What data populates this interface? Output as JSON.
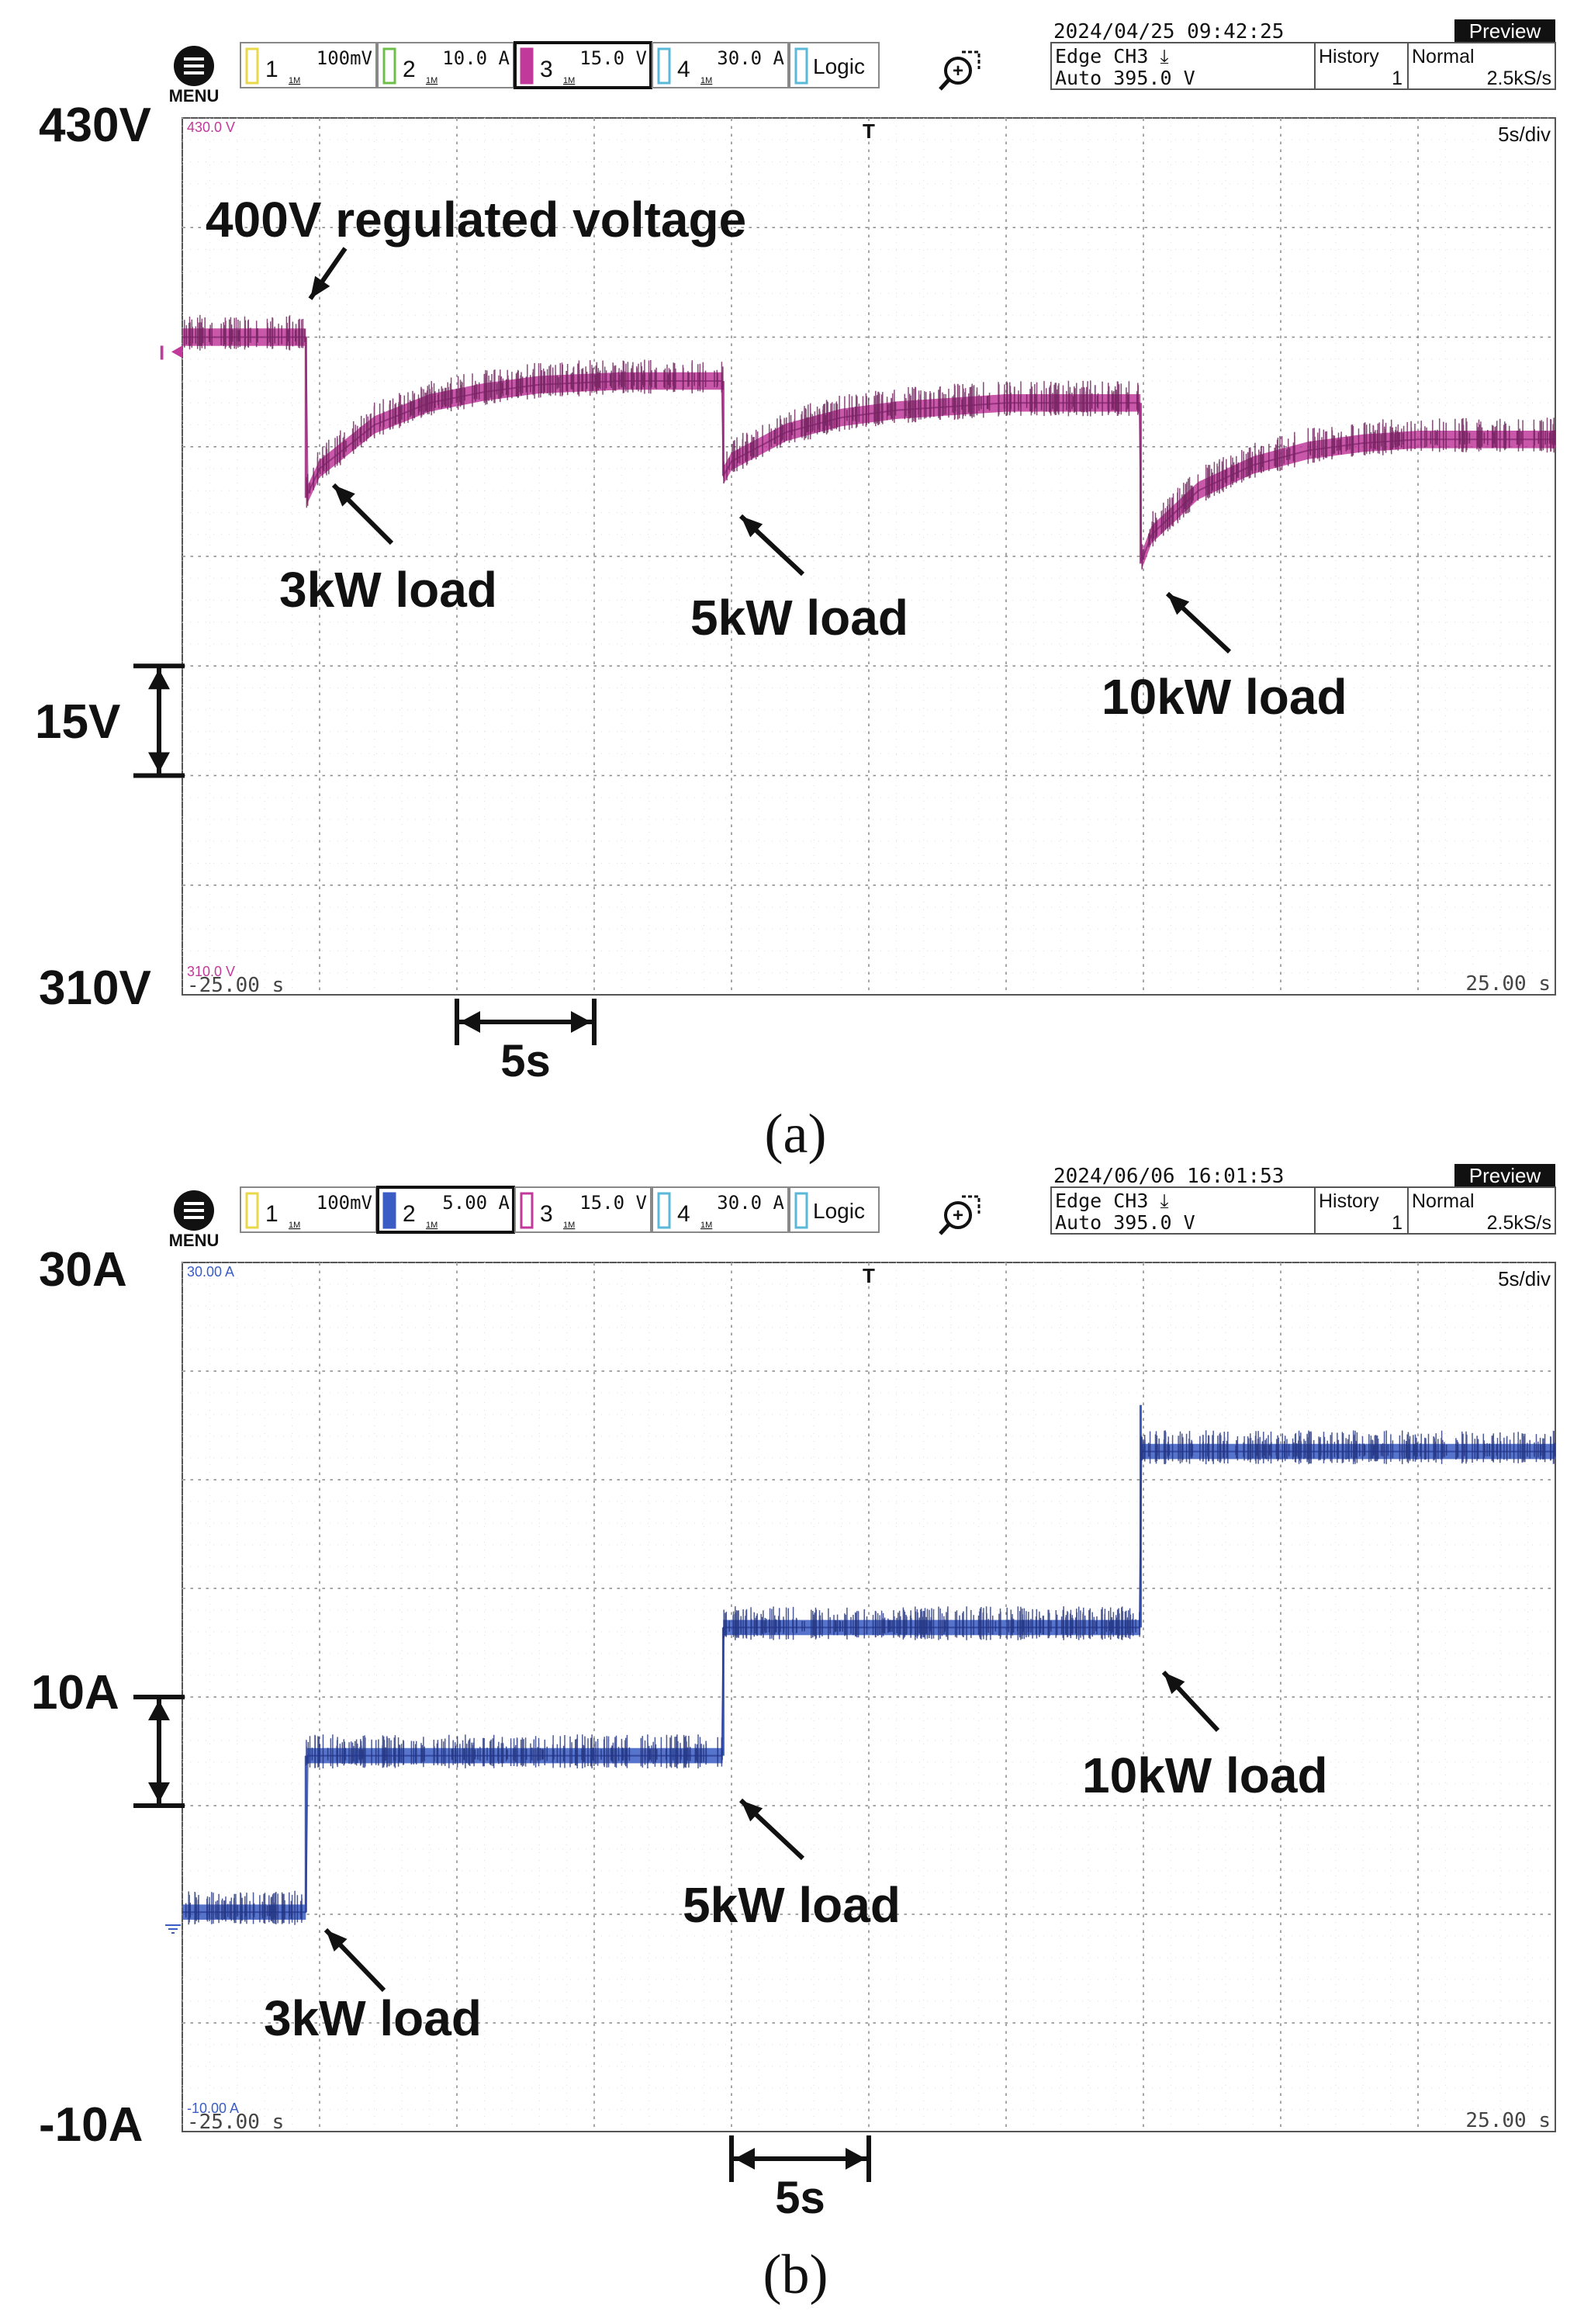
{
  "panels": [
    {
      "caption": "(a)",
      "menu_label": "MENU",
      "channels": [
        {
          "num": "1",
          "scale": "100mV",
          "color": "#e8d84a",
          "active": false
        },
        {
          "num": "2",
          "scale": "10.0 A",
          "color": "#6cc04a",
          "active": false
        },
        {
          "num": "3",
          "scale": "15.0 V",
          "color": "#c0399b",
          "active": true
        },
        {
          "num": "4",
          "scale": "30.0 A",
          "color": "#5ab8d8",
          "active": false
        }
      ],
      "logic_label": "Logic",
      "datetime": "2024/04/25 09:42:25",
      "preview_label": "Preview",
      "trigger_line1": "Edge CH3 ⤓",
      "trigger_line2": "Auto 395.0 V",
      "history_label": "History",
      "history_value": "1",
      "mode_label": "Normal",
      "sample_rate": "2.5kS/s",
      "timebase": "5s/div",
      "top_ref": "430.0 V",
      "bottom_ref": "310.0 V",
      "time_left": "-25.00 s",
      "time_right": "25.00 s",
      "scale_marker_label": "15V",
      "time_marker_label": "5s",
      "trace_color": "#c0399b",
      "annotations": [
        "400V regulated voltage",
        "3kW load",
        "5kW load",
        "10kW load"
      ],
      "chart_data": {
        "type": "line",
        "title": "",
        "xlabel": "",
        "ylabel": "",
        "x_unit": "s",
        "y_unit": "V",
        "xlim": [
          -25,
          25
        ],
        "ylim": [
          310,
          430
        ],
        "y_labels": [
          "430V",
          "310V"
        ],
        "series": [
          {
            "x": [
              -25,
              -20.5,
              -20.5,
              -20,
              -18,
              -16,
              -14,
              -12,
              -9,
              -5.3,
              -5.3,
              -5,
              -3,
              -1,
              1,
              3,
              5,
              9.9,
              9.9,
              10.3,
              12,
              14,
              16,
              18,
              20,
              22,
              25
            ],
            "y": [
              400,
              400,
              378,
              382,
              388,
              391,
              392.5,
              393.5,
              394,
              394,
              381,
              383,
              387,
              389,
              390,
              390.5,
              391,
              391,
              369,
              373,
              379,
              382.5,
              384.5,
              385.5,
              386,
              386,
              386
            ]
          }
        ]
      }
    },
    {
      "caption": "(b)",
      "menu_label": "MENU",
      "channels": [
        {
          "num": "1",
          "scale": "100mV",
          "color": "#e8d84a",
          "active": false
        },
        {
          "num": "2",
          "scale": "5.00 A",
          "color": "#3a5cc4",
          "active": true
        },
        {
          "num": "3",
          "scale": "15.0 V",
          "color": "#c0399b",
          "active": false
        },
        {
          "num": "4",
          "scale": "30.0 A",
          "color": "#5ab8d8",
          "active": false
        }
      ],
      "logic_label": "Logic",
      "datetime": "2024/06/06 16:01:53",
      "preview_label": "Preview",
      "trigger_line1": "Edge CH3 ⤓",
      "trigger_line2": "Auto 395.0 V",
      "history_label": "History",
      "history_value": "1",
      "mode_label": "Normal",
      "sample_rate": "2.5kS/s",
      "timebase": "5s/div",
      "top_ref": "30.00 A",
      "bottom_ref": "-10.00 A",
      "time_left": "-25.00 s",
      "time_right": "25.00 s",
      "scale_marker_label": "10A",
      "time_marker_label": "5s",
      "trace_color": "#3a5cc4",
      "annotations": [
        "3kW load",
        "5kW load",
        "10kW load"
      ],
      "chart_data": {
        "type": "line",
        "title": "",
        "xlabel": "",
        "ylabel": "",
        "x_unit": "s",
        "y_unit": "A",
        "xlim": [
          -25,
          25
        ],
        "ylim": [
          -10,
          30
        ],
        "y_labels": [
          "30A",
          "10A",
          "-10A"
        ],
        "series": [
          {
            "x": [
              -25,
              -20.5,
              -20.5,
              -5.3,
              -5.3,
              9.9,
              9.9,
              25
            ],
            "y": [
              0.1,
              0.1,
              7.3,
              7.3,
              13.2,
              13.2,
              21.3,
              21.3
            ]
          }
        ]
      }
    }
  ]
}
